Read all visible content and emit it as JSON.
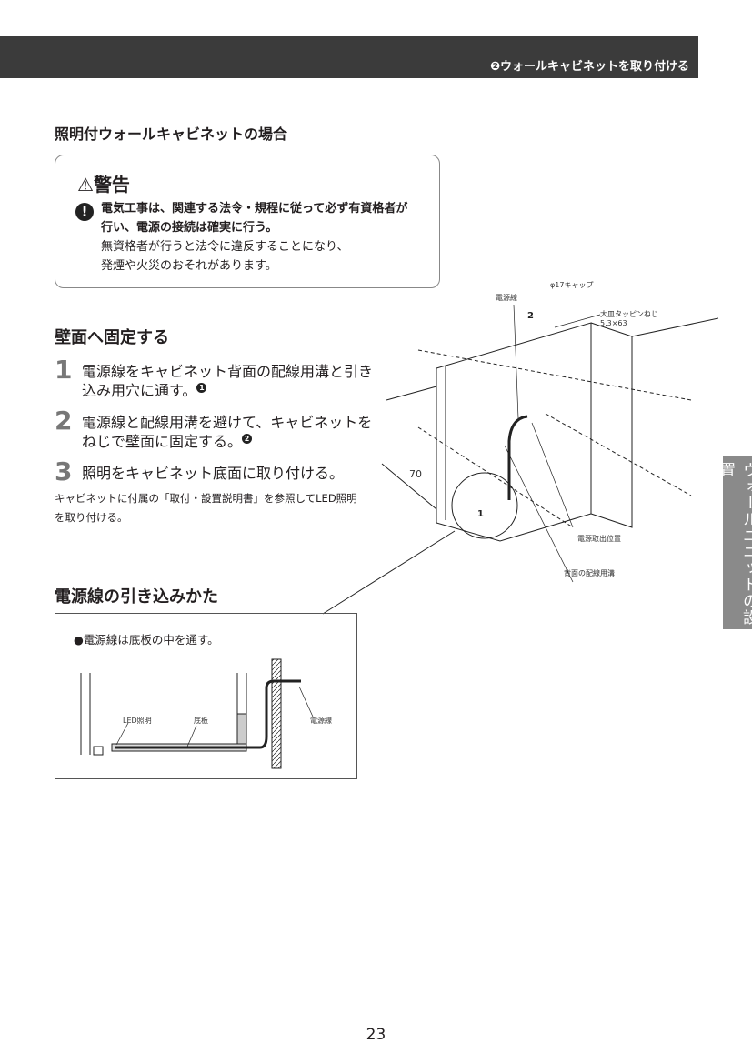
{
  "header": {
    "section_title": "❷ウォールキャビネットを取り付ける"
  },
  "side_tab": "ウォールユニットの設置",
  "section_title": "照明付ウォールキャビネットの場合",
  "warning": {
    "title": "警告",
    "bold_text_1": "電気工事は、関連する法令・規程に従って必ず有資格者が",
    "bold_text_2": "行い、電源の接続は確実に行う。",
    "text_1": "無資格者が行うと法令に違反することになり、",
    "text_2": "発煙や火災のおそれがあります。"
  },
  "fix": {
    "title": "壁面へ固定する",
    "steps": [
      {
        "num": "1",
        "text": "電源線をキャビネット背面の配線用溝と引き込み用穴に通す。",
        "ref": "1"
      },
      {
        "num": "2",
        "text": "電源線と配線用溝を避けて、キャビネットをねじで壁面に固定する。",
        "ref": "2"
      },
      {
        "num": "3",
        "text": "照明をキャビネット底面に取り付ける。"
      }
    ],
    "note": "キャビネットに付属の「取付・設置説明書」を参照してLED照明を取り付ける。"
  },
  "diagram": {
    "cap": "φ17キャップ",
    "power_line": "電源線",
    "screw": "大皿タッピンねじ",
    "screw_size": "5.3×63",
    "dim": "70",
    "outlet": "電源取出位置",
    "groove": "背面の配線用溝",
    "mark1": "1",
    "mark2": "2"
  },
  "routing": {
    "title": "電源線の引き込みかた",
    "note": "●電源線は底板の中を通す。",
    "led": "LED照明",
    "bottom": "底板",
    "power_line": "電源線"
  },
  "page_number": "23"
}
